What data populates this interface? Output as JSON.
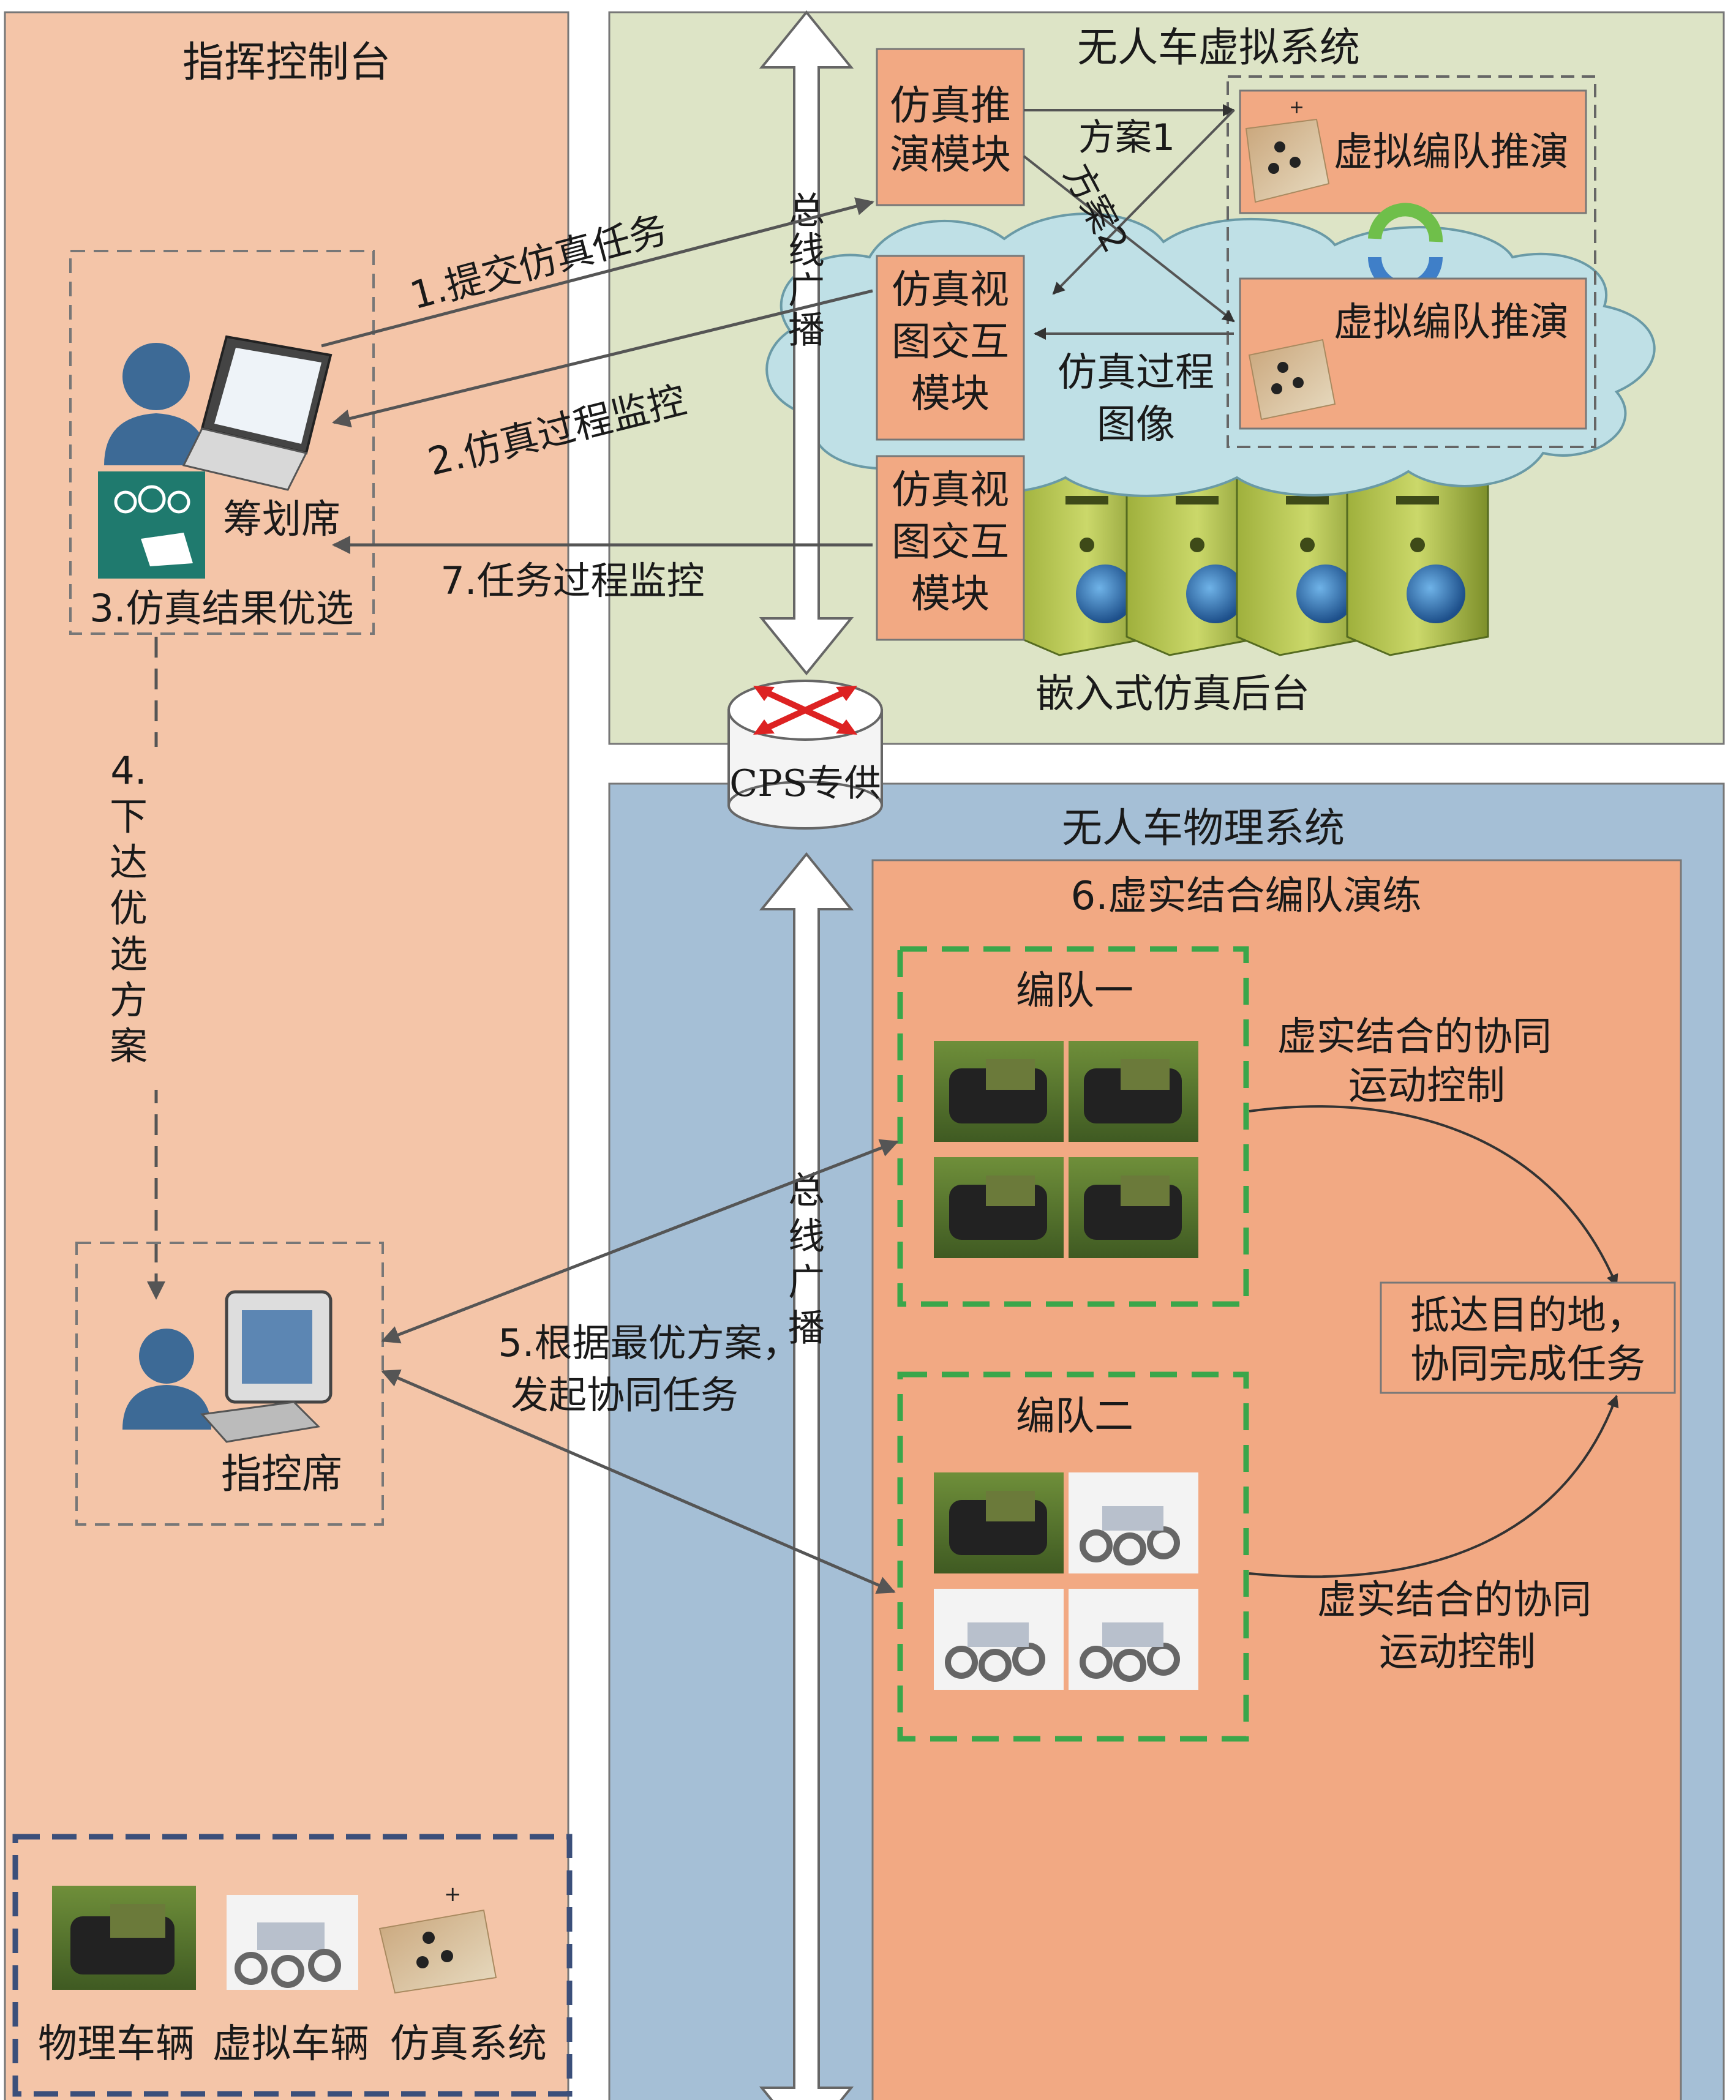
{
  "command_console": {
    "title": "指挥控制台",
    "planning_seat": "筹划席",
    "result_select": "3.仿真结果优选",
    "command_seat": "指控席",
    "step4_chars": [
      "4.",
      "下",
      "达",
      "优",
      "选",
      "方",
      "案"
    ]
  },
  "virtual_system": {
    "title": "无人车虚拟系统",
    "deduce_module": [
      "仿真推",
      "演模块"
    ],
    "view_module_1": [
      "仿真视",
      "图交互",
      "模块"
    ],
    "view_module_2": [
      "仿真视",
      "图交互",
      "模块"
    ],
    "deduction_1": "虚拟编队推演",
    "deduction_2": "虚拟编队推演",
    "plan1": "方案1",
    "plan2": "方案2",
    "process_image": [
      "仿真过程",
      "图像"
    ],
    "backend": "嵌入式仿真后台"
  },
  "bus": {
    "top_chars": [
      "总",
      "线",
      "广",
      "播"
    ],
    "bottom_chars": [
      "总",
      "线",
      "广",
      "播"
    ],
    "router": "CPS专供"
  },
  "arrows": {
    "a1": "1.提交仿真任务",
    "a2": "2.仿真过程监控",
    "a7": "7.任务过程监控",
    "a5": [
      "5.根据最优方案，",
      "发起协同任务"
    ]
  },
  "physical_system": {
    "title": "无人车物理系统",
    "drill": "6.虚实结合编队演练",
    "team1": "编队一",
    "team2": "编队二",
    "coop1": [
      "虚实结合的协同",
      "运动控制"
    ],
    "coop2": [
      "虚实结合的协同",
      "运动控制"
    ],
    "target": [
      "抵达目的地，",
      "协同完成任务"
    ]
  },
  "legend": {
    "physical": "物理车辆",
    "virtual": "虚拟车辆",
    "simulation": "仿真系统"
  },
  "colors": {
    "console_bg": "#f4c5a8",
    "virtual_bg": "#dde4c6",
    "physical_bg": "#a5bfd6",
    "module_bg": "#f2a983",
    "cloud": "#bfe0e6",
    "team_border": "#3aa64a",
    "arrow": "#555555",
    "legend_border": "#3b4f7a"
  }
}
